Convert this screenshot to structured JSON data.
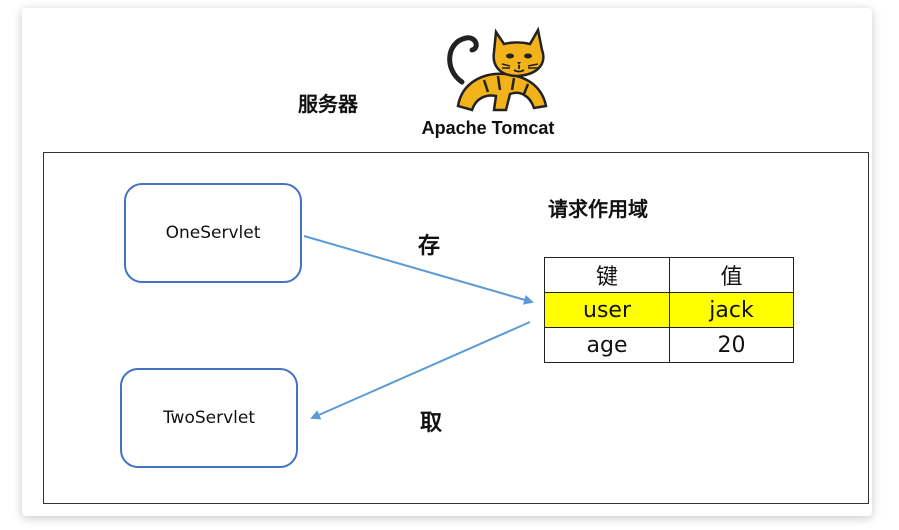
{
  "server_label": "服务器",
  "logo": {
    "text": "Apache Tomcat",
    "icon": "tomcat-cat-logo"
  },
  "servlets": {
    "one": "OneServlet",
    "two": "TwoServlet"
  },
  "scope_title": "请求作用域",
  "operations": {
    "store": "存",
    "fetch": "取"
  },
  "table": {
    "headers": [
      "键",
      "值"
    ],
    "rows": [
      {
        "key": "user",
        "value": "jack",
        "highlight": true
      },
      {
        "key": "age",
        "value": "20",
        "highlight": false
      }
    ]
  },
  "colors": {
    "arrow": "#5b9bd5",
    "box_border": "#4472c4",
    "highlight": "#ffff00"
  }
}
